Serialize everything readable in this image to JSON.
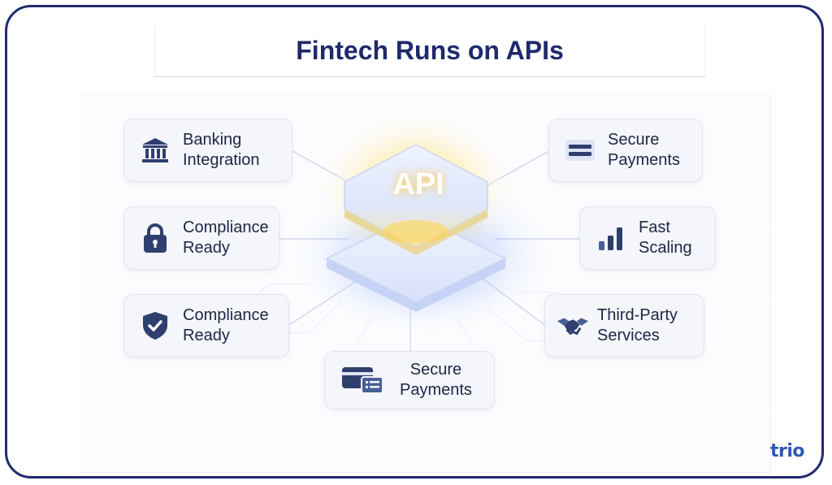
{
  "title": "Fintech Runs on APIs",
  "center_label": "API",
  "brand": "trio",
  "colors": {
    "title": "#1f2a6b",
    "frame": "#1f2a6b",
    "icon": "#2f3f6e",
    "brand": "#2f59b5"
  },
  "cards": [
    {
      "line1": "Banking",
      "line2": "Integration",
      "icon": "bank-icon"
    },
    {
      "line1": "Secure",
      "line2": "Payments",
      "icon": "card-icon"
    },
    {
      "line1": "Compliance",
      "line2": "Ready",
      "icon": "lock-icon"
    },
    {
      "line1": "Fast",
      "line2": "Scaling",
      "icon": "bar-chart-icon"
    },
    {
      "line1": "Compliance",
      "line2": "Ready",
      "icon": "shield-check-icon"
    },
    {
      "line1": "Third-Party",
      "line2": "Services",
      "icon": "handshake-icon"
    },
    {
      "line1": "Secure",
      "line2": "Payments",
      "icon": "wallet-card-icon"
    }
  ]
}
